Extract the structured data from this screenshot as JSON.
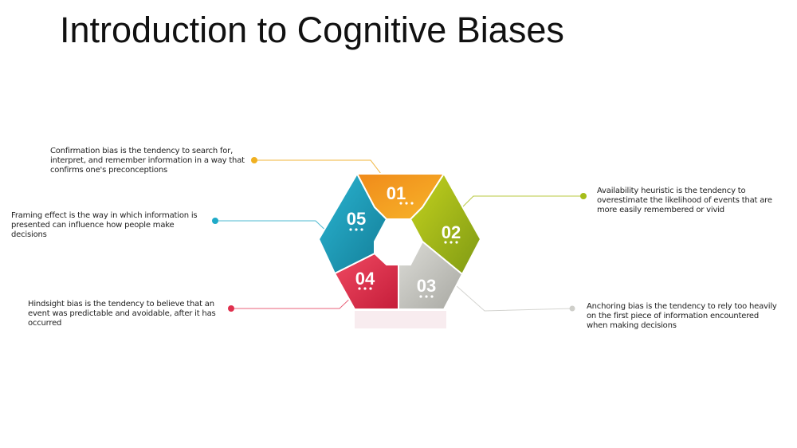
{
  "slide": {
    "title": "Introduction to Cognitive Biases"
  },
  "items": [
    {
      "number": "01",
      "text": "Confirmation bias is the tendency to search for, interpret, and remember information in a way that confirms one's preconceptions",
      "color": "#f0a21a"
    },
    {
      "number": "02",
      "text": "Availability heuristic is the tendency to overestimate the likelihood of events that are more easily remembered or vivid",
      "color": "#a6bd1a"
    },
    {
      "number": "03",
      "text": "Anchoring bias is the tendency to rely too heavily on the first piece of information encountered when making decisions",
      "color": "#c9c9c4"
    },
    {
      "number": "04",
      "text": "Hindsight bias is the tendency to believe that an event was predictable and avoidable, after it has occurred",
      "color": "#e0304e"
    },
    {
      "number": "05",
      "text": "Framing effect is the way in which information is presented can influence how people make decisions",
      "color": "#1ea0be"
    }
  ]
}
